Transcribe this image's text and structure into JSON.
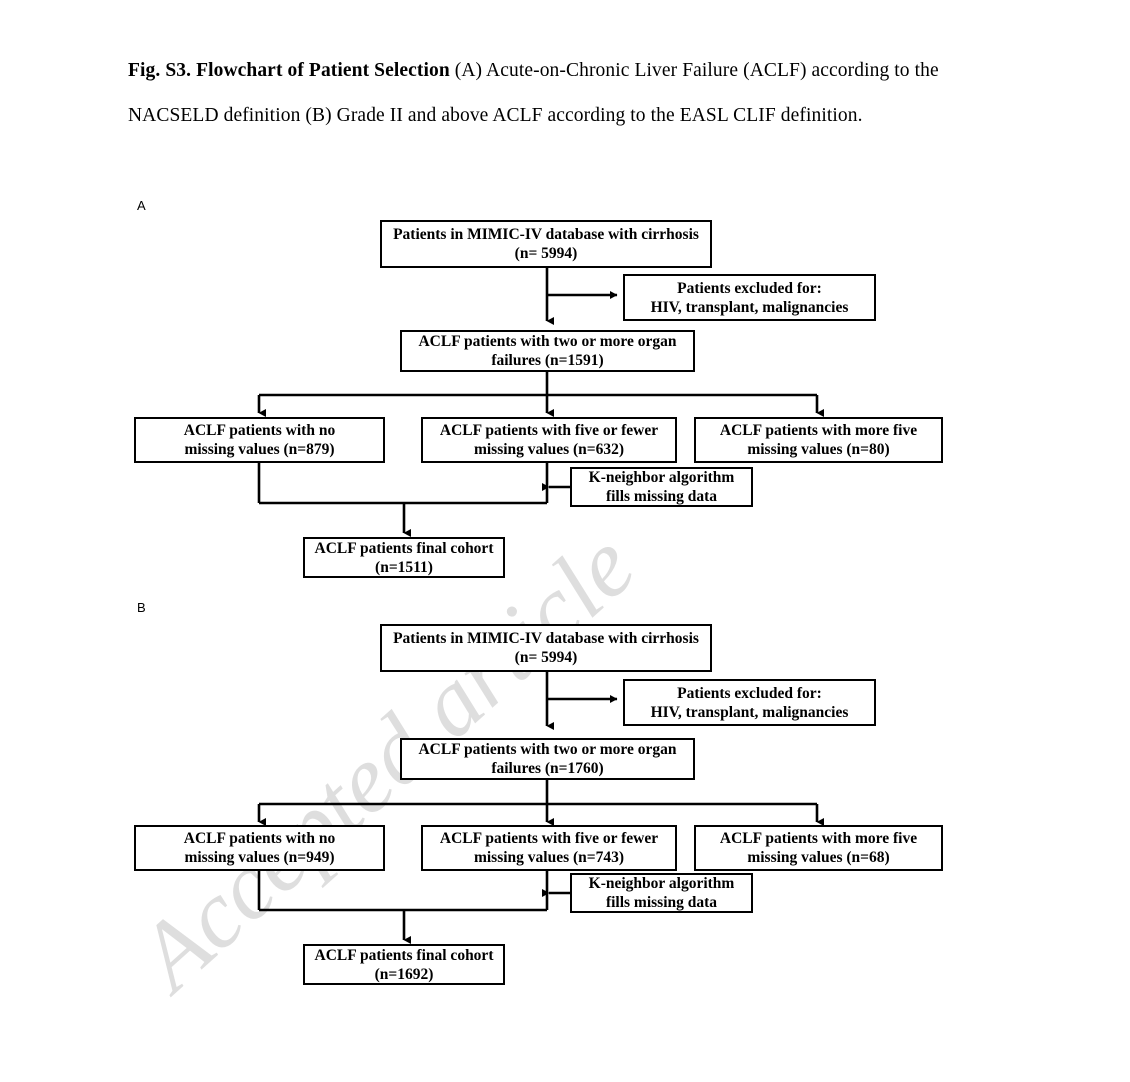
{
  "figure": {
    "caption_lead": "Fig. S3. Flowchart of Patient Selection ",
    "caption_rest": "(A) Acute-on-Chronic Liver Failure (ACLF) according to the NACSELD definition (B) Grade II and above ACLF according to the EASL CLIF definition.",
    "watermark_text": "Accepted article",
    "stroke_color": "#000000",
    "background_color": "#ffffff"
  },
  "panels": [
    {
      "letter": "A",
      "nodes": {
        "source": {
          "line1": "Patients in MIMIC-IV database with cirrhosis",
          "line2": "(n= 5994)"
        },
        "excluded": {
          "line1": "Patients excluded for:",
          "line2": "HIV, transplant, malignancies"
        },
        "organ_failures": {
          "line1": "ACLF patients with two or more organ",
          "line2": "failures (n=1591)"
        },
        "no_missing": {
          "line1": "ACLF patients with no",
          "line2": "missing values (n=879)"
        },
        "five_or_fewer": {
          "line1": "ACLF patients with five or fewer",
          "line2": "missing values (n=632)"
        },
        "more_than_five": {
          "line1": "ACLF patients with more five",
          "line2": "missing values (n=80)"
        },
        "knn": {
          "line1": "K-neighbor algorithm",
          "line2": "fills missing data"
        },
        "final_cohort": {
          "line1": "ACLF patients final cohort",
          "line2": "(n=1511)"
        }
      }
    },
    {
      "letter": "B",
      "nodes": {
        "source": {
          "line1": "Patients in MIMIC-IV database with cirrhosis",
          "line2": "(n= 5994)"
        },
        "excluded": {
          "line1": "Patients excluded for:",
          "line2": "HIV, transplant, malignancies"
        },
        "organ_failures": {
          "line1": "ACLF patients with two or more organ",
          "line2": "failures (n=1760)"
        },
        "no_missing": {
          "line1": "ACLF patients with no",
          "line2": "missing values (n=949)"
        },
        "five_or_fewer": {
          "line1": "ACLF patients with five or fewer",
          "line2": "missing values (n=743)"
        },
        "more_than_five": {
          "line1": "ACLF patients with more five",
          "line2": "missing values (n=68)"
        },
        "knn": {
          "line1": "K-neighbor algorithm",
          "line2": "fills missing data"
        },
        "final_cohort": {
          "line1": "ACLF patients final cohort",
          "line2": "(n=1692)"
        }
      }
    }
  ],
  "chart_data": {
    "type": "diagram",
    "title": "Fig. S3. Flowchart of Patient Selection",
    "subtype": "flowchart",
    "panels": [
      {
        "label": "A",
        "definition": "NACSELD",
        "steps": [
          {
            "id": "source",
            "text": "Patients in MIMIC-IV database with cirrhosis",
            "n": 5994
          },
          {
            "id": "excluded",
            "text": "Patients excluded for: HIV, transplant, malignancies",
            "n": null
          },
          {
            "id": "organ_failures",
            "text": "ACLF patients with two or more organ failures",
            "n": 1591
          },
          {
            "id": "no_missing",
            "text": "ACLF patients with no missing values",
            "n": 879
          },
          {
            "id": "five_or_fewer",
            "text": "ACLF patients with five or fewer missing values",
            "n": 632
          },
          {
            "id": "more_than_five",
            "text": "ACLF patients with more five missing values",
            "n": 80
          },
          {
            "id": "knn",
            "text": "K-neighbor algorithm fills missing data",
            "n": null
          },
          {
            "id": "final_cohort",
            "text": "ACLF patients final cohort",
            "n": 1511
          }
        ],
        "edges": [
          {
            "from": "source",
            "to": "excluded"
          },
          {
            "from": "source",
            "to": "organ_failures"
          },
          {
            "from": "organ_failures",
            "to": "no_missing"
          },
          {
            "from": "organ_failures",
            "to": "five_or_fewer"
          },
          {
            "from": "organ_failures",
            "to": "more_than_five"
          },
          {
            "from": "knn",
            "to": "five_or_fewer"
          },
          {
            "from": "no_missing",
            "to": "final_cohort"
          },
          {
            "from": "five_or_fewer",
            "to": "final_cohort"
          }
        ]
      },
      {
        "label": "B",
        "definition": "EASL CLIF Grade II and above",
        "steps": [
          {
            "id": "source",
            "text": "Patients in MIMIC-IV database with cirrhosis",
            "n": 5994
          },
          {
            "id": "excluded",
            "text": "Patients excluded for: HIV, transplant, malignancies",
            "n": null
          },
          {
            "id": "organ_failures",
            "text": "ACLF patients with two or more organ failures",
            "n": 1760
          },
          {
            "id": "no_missing",
            "text": "ACLF patients with no missing values",
            "n": 949
          },
          {
            "id": "five_or_fewer",
            "text": "ACLF patients with five or fewer missing values",
            "n": 743
          },
          {
            "id": "more_than_five",
            "text": "ACLF patients with more five missing values",
            "n": 68
          },
          {
            "id": "knn",
            "text": "K-neighbor algorithm fills missing data",
            "n": null
          },
          {
            "id": "final_cohort",
            "text": "ACLF patients final cohort",
            "n": 1692
          }
        ],
        "edges": [
          {
            "from": "source",
            "to": "excluded"
          },
          {
            "from": "source",
            "to": "organ_failures"
          },
          {
            "from": "organ_failures",
            "to": "no_missing"
          },
          {
            "from": "organ_failures",
            "to": "five_or_fewer"
          },
          {
            "from": "organ_failures",
            "to": "more_than_five"
          },
          {
            "from": "knn",
            "to": "five_or_fewer"
          },
          {
            "from": "no_missing",
            "to": "final_cohort"
          },
          {
            "from": "five_or_fewer",
            "to": "final_cohort"
          }
        ]
      }
    ]
  }
}
